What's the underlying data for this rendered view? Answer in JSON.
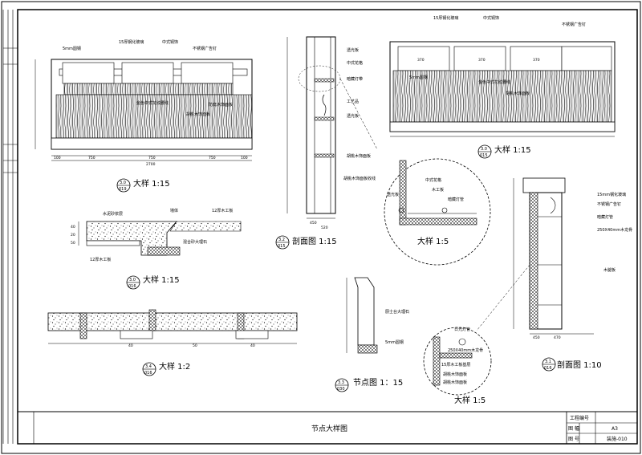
{
  "drawing_title": "节点大样图",
  "title_block": {
    "project_no_label": "工程编号",
    "drawing_label": "图 幅",
    "drawing_value": "A3",
    "sheet_label": "图 号",
    "sheet_value": "装施-010"
  },
  "details": {
    "elev_left": {
      "caption": "大样 1:15",
      "ref_top": "3.0",
      "ref_bottom": "019"
    },
    "elev_right": {
      "caption": "大样 1:15",
      "ref_top": "3.0",
      "ref_bottom": "015"
    },
    "section_mid": {
      "caption": "剖面图 1:15",
      "ref_top": "3.2",
      "ref_bottom": "015"
    },
    "stone_step": {
      "caption": "大样 1:15",
      "ref_top": "3.0",
      "ref_bottom": "016"
    },
    "floor_strip": {
      "caption": "大样 1:2",
      "ref_top": "3.4",
      "ref_bottom": "016"
    },
    "node_small": {
      "caption": "节点图 1：15",
      "ref_top": "3.3",
      "ref_bottom": "030"
    },
    "circle_detail_mid": {
      "caption": "大样 1:5"
    },
    "circle_detail_low": {
      "caption": "大样 1:5"
    },
    "section_right": {
      "caption": "剖面图 1:10",
      "ref_top": "3.1",
      "ref_bottom": "016"
    }
  },
  "labels": {
    "elev_left": [
      "5mm圆钢",
      "15厚钢化玻璃",
      "中式铜饰",
      "不锈钢广告钉",
      "金色中式花纹腰线",
      "胡桃木饰面板",
      "防腐木饰面板"
    ],
    "elev_right": [
      "15厚钢化玻璃",
      "中式铜饰",
      "不锈钢广告钉",
      "5mm圆钢",
      "金色中式花纹腰线",
      "胡桃木饰面板"
    ],
    "section_mid": [
      "透光板",
      "中式花格",
      "暗藏灯带",
      "工艺品",
      "透光板",
      "胡桃木饰面板",
      "胡桃木饰面板收线"
    ],
    "circle_mid": [
      "中式花格",
      "木工板",
      "透光板",
      "暗藏灯管"
    ],
    "stone_step": [
      "水泥砂浆层",
      "墙体",
      "12厚木工板",
      "混合砂大理石",
      "12厚木工板"
    ],
    "node_small": [
      "厨士台大理石",
      "5mm圆钢"
    ],
    "section_right": [
      "15mm钢化玻璃",
      "不锈钢广告钉",
      "暗藏灯管",
      "250X40mm木龙骨",
      "木腿板"
    ],
    "circle_low": [
      "日光灯管",
      "250X40mm木龙骨",
      "15厚木工板基层",
      "胡桃木饰面板",
      "胡桃木饰面板"
    ]
  },
  "dimensions": {
    "elev_left_bottom": [
      "100",
      "750",
      "750",
      "750",
      "100"
    ],
    "elev_left_total": "2700",
    "elev_right_bottom": [
      "370",
      "370",
      "370"
    ],
    "section_mid_bottom": [
      "450",
      "520"
    ],
    "section_right_bottom": [
      "450",
      "470"
    ],
    "stone_step_side": [
      "40",
      "20",
      "50"
    ],
    "floor_strip_bottom": [
      "40",
      "50",
      "40"
    ]
  }
}
